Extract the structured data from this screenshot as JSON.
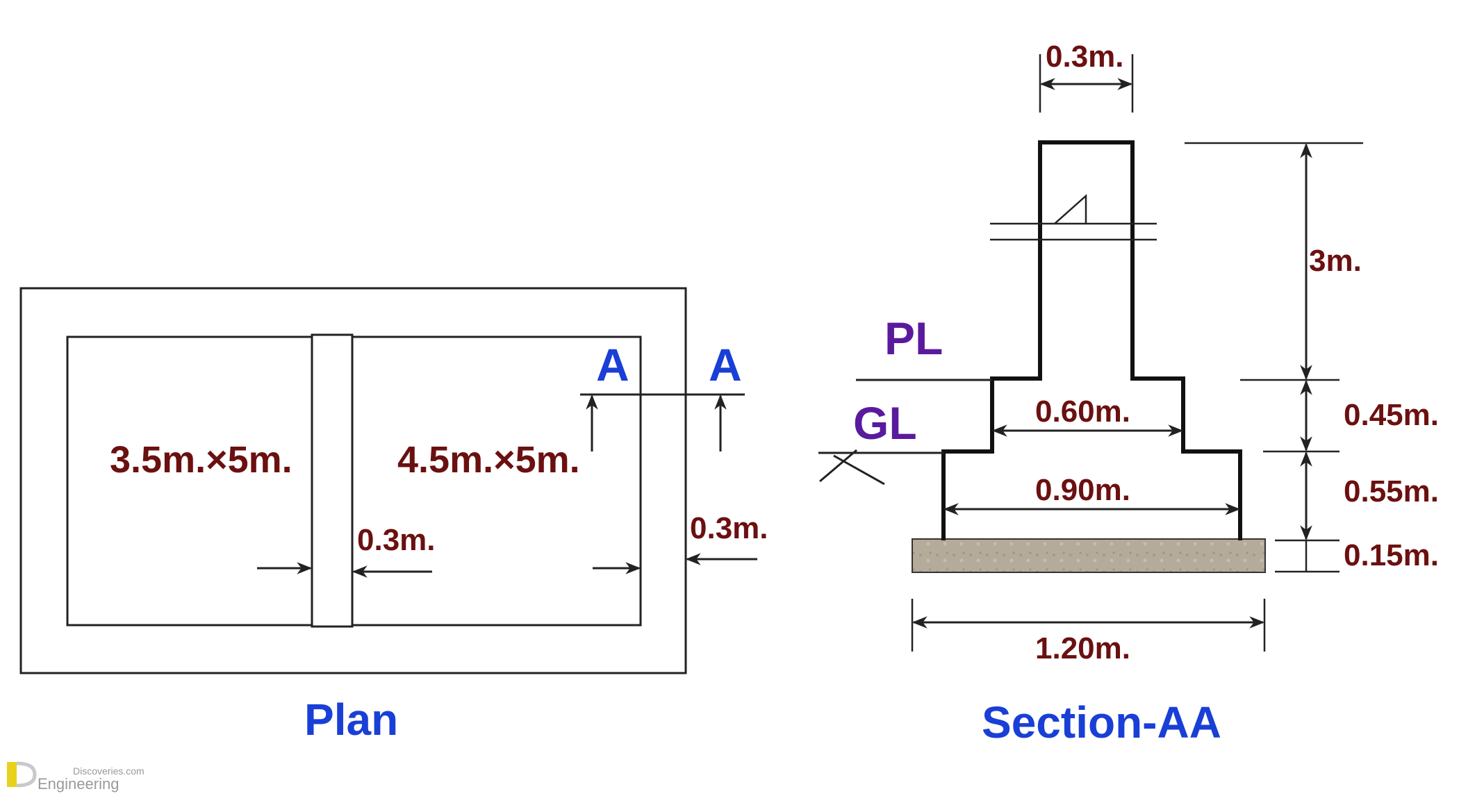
{
  "plan": {
    "caption": "Plan",
    "room1_label": "3.5m.×5m.",
    "room2_label": "4.5m.×5m.",
    "partition_thickness": "0.3m.",
    "outer_wall_thickness": "0.3m.",
    "section_mark_left": "A",
    "section_mark_right": "A"
  },
  "section": {
    "caption": "Section-AA",
    "wall_width": "0.3m.",
    "wall_height": "3m.",
    "step1_width": "0.60m.",
    "step2_width": "0.90m.",
    "footing_width": "1.20m.",
    "step1_height": "0.45m.",
    "step2_height": "0.55m.",
    "footing_thickness": "0.15m.",
    "plinth_level": "PL",
    "ground_level": "GL"
  },
  "watermark": {
    "line1": "Discoveries.com",
    "line2": "Engineering"
  },
  "colors": {
    "dimension_text": "#6b1010",
    "section_text": "#1a3fd6",
    "level_text": "#5a1a9e",
    "concrete": "#b5ab9a"
  }
}
